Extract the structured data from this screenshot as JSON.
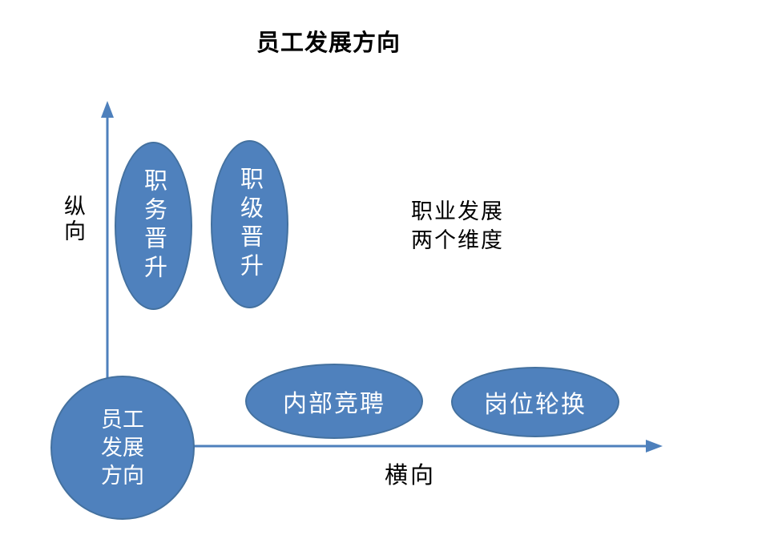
{
  "title": "员工发展方向",
  "colors": {
    "shape-fill": "#4F81BD",
    "shape-border": "#44719F",
    "axis": "#4E80BC",
    "shape-text": "#FFFFFF",
    "text": "#000000"
  },
  "axes": {
    "vertical_label": "纵向",
    "horizontal_label": "横向"
  },
  "note": {
    "line1": "职业发展",
    "line2": "两个维度"
  },
  "nodes": {
    "origin": {
      "label": "员工\n发展\n方向"
    },
    "vertical": [
      {
        "label": "职务晋升"
      },
      {
        "label": "职级晋升"
      }
    ],
    "horizontal": [
      {
        "label": "内部竞聘"
      },
      {
        "label": "岗位轮换"
      }
    ]
  }
}
